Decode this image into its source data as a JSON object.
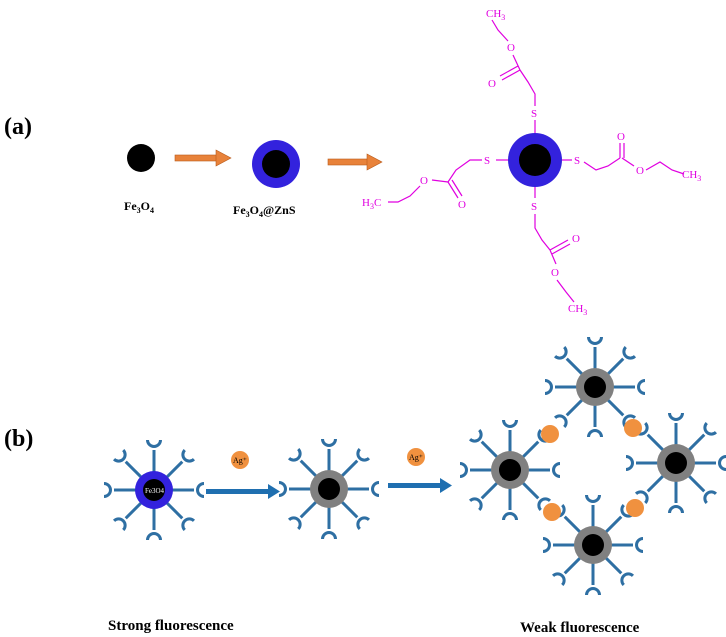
{
  "panel_a": {
    "label": "(a)",
    "core_label_main": "Fe",
    "core_label_sub1": "3",
    "core_label_o": "O",
    "core_label_sub2": "4",
    "coreshell_label_tail": "@ZnS",
    "sulfur": "S",
    "oxygen": "O",
    "ch3_main": "CH",
    "ch3_sub": "3",
    "h3c_h": "H",
    "h3c_sub": "3",
    "h3c_c": "C"
  },
  "panel_b": {
    "label": "(b)",
    "core_text": "Fe3O4",
    "ion_label_1": "Ag⁺",
    "ion_label_2": "Ag⁺",
    "strong_caption": "Strong fluorescence",
    "weak_caption": "Weak fluorescence"
  },
  "colors": {
    "core": "#000000",
    "zns_shell": "#3322dd",
    "quenched_shell": "#808080",
    "ligand": "#2e6fa3",
    "arrow_orange": "#e8823a",
    "arrow_blue": "#1f6fb0",
    "ag_ion": "#f0913f",
    "chem_magenta": "#e000e0"
  }
}
